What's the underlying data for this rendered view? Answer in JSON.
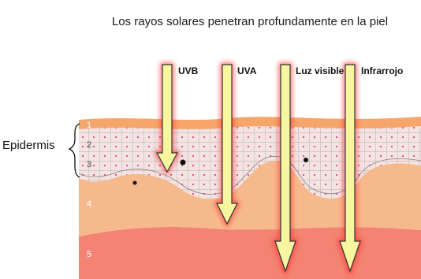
{
  "title": "Los rayos solares penetran profundamente en la piel",
  "side_label": "Epidermis",
  "layers": [
    {
      "number": "1"
    },
    {
      "number": "2"
    },
    {
      "number": "3"
    },
    {
      "number": "4"
    },
    {
      "number": "5"
    }
  ],
  "rays": [
    {
      "label": "UVB"
    },
    {
      "label": "UVA"
    },
    {
      "label": "Luz visible"
    },
    {
      "label": "Infrarrojo"
    }
  ],
  "colors": {
    "epidermis_fill": "#f3e3e3",
    "cell_lines": "#a89a9a",
    "cell_dots": "#e0467a",
    "top_band": "#f6a56b",
    "dermis_upper": "#f6b98c",
    "dermis_lower": "#f38372",
    "arrow_fill": "#f6f6a0",
    "arrow_glow": "#ff2a2a"
  }
}
